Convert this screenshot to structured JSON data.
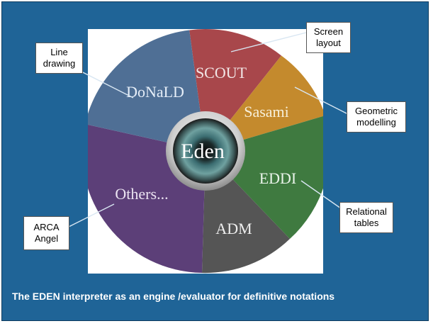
{
  "wheel": {
    "center_label": "Eden",
    "segments": [
      {
        "label": "SCOUT",
        "color": "#a8474b"
      },
      {
        "label": "Sasami",
        "color": "#c48a2d"
      },
      {
        "label": "EDDI",
        "color": "#3f7a40"
      },
      {
        "label": "ADM",
        "color": "#555555"
      },
      {
        "label": "Others...",
        "color": "#5c3f78"
      },
      {
        "label": "DoNaLD",
        "color": "#4f6f95"
      }
    ]
  },
  "callouts": {
    "line_drawing": [
      "Line",
      "drawing"
    ],
    "screen_layout": [
      "Screen",
      "layout"
    ],
    "geometric_modelling": [
      "Geometric",
      "modelling"
    ],
    "relational_tables": [
      "Relational",
      "tables"
    ],
    "arca_angel": [
      "ARCA",
      "Angel"
    ]
  },
  "caption": "The EDEN interpreter as an engine /evaluator for definitive notations",
  "colors": {
    "background": "#1f6497",
    "caption_text": "#ffffff"
  }
}
